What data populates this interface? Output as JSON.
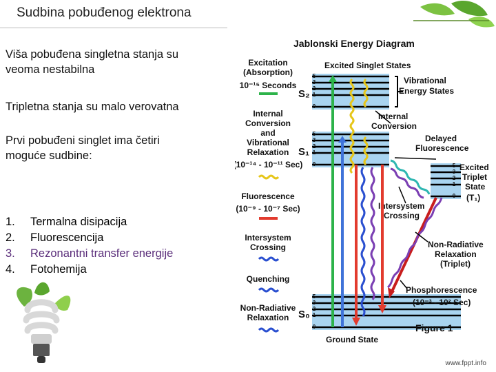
{
  "slide": {
    "title": "Sudbina pobuđenog elektrona",
    "p1": "Viša pobuđena singletna stanja su veoma nestabilna",
    "p2": "Tripletna stanja su malo verovatna",
    "p3": "Prvi pobuđeni singlet ima četiri moguće sudbine:",
    "list": [
      {
        "num": "1.",
        "text": "Termalna disipacija"
      },
      {
        "num": "2.",
        "text": "Fluorescencija"
      },
      {
        "num": "3.",
        "text": "Rezonantni transfer energije"
      },
      {
        "num": "4.",
        "text": "Fotohemija"
      }
    ],
    "footer": "www.fppt.info"
  },
  "diagram": {
    "title": "Jablonski Energy Diagram",
    "excitation": "Excitation",
    "absorption": "(Absorption)",
    "excitation_time": "10⁻¹⁵ Seconds",
    "excited_singlet_states": "Excited Singlet States",
    "vibrational": "Vibrational",
    "energy_states": "Energy States",
    "internal_conversion_right_1": "Internal",
    "internal_conversion_right_2": "Conversion",
    "left_ic_1": "Internal",
    "left_ic_2": "Conversion",
    "left_ic_3": "and",
    "left_ic_4": "Vibrational",
    "left_ic_5": "Relaxation",
    "left_ic_time": "(10⁻¹⁴ - 10⁻¹¹ Sec)",
    "delayed_1": "Delayed",
    "delayed_2": "Fluorescence",
    "excited_triplet_1": "Excited",
    "excited_triplet_2": "Triplet",
    "excited_triplet_3": "State",
    "triplet_label": "(T₁)",
    "fluorescence": "Fluorescence",
    "fluorescence_time": "(10⁻⁹ - 10⁻⁷ Sec)",
    "isc_right_1": "Intersystem",
    "isc_right_2": "Crossing",
    "isc_left_1": "Intersystem",
    "isc_left_2": "Crossing",
    "quenching": "Quenching",
    "nonrad_left_1": "Non-Radiative",
    "nonrad_left_2": "Relaxation",
    "nonrad_right_1": "Non-Radiative",
    "nonrad_right_2": "Relaxation",
    "nonrad_right_3": "(Triplet)",
    "phosphorescence": "Phosphorescence",
    "phosphorescence_time": "(10⁻³ - 10² Sec)",
    "ground_state": "Ground State",
    "figure": "Figure 1",
    "s2": "S₂",
    "s1": "S₁",
    "s0": "S₀",
    "levels": [
      "5",
      "3",
      "2",
      "1",
      "0"
    ],
    "colors": {
      "band": "#a9d4f0",
      "absorption_green": "#2db34a",
      "absorption_blue": "#3f73d9",
      "fluorescence_red": "#e23b2e",
      "wavy_yellow": "#e6c61a",
      "wavy_blue": "#2a4fd0",
      "wavy_teal": "#2fb7b2",
      "wavy_purple": "#7b3fb3",
      "phosphorescence_red": "#c81d1d"
    }
  }
}
